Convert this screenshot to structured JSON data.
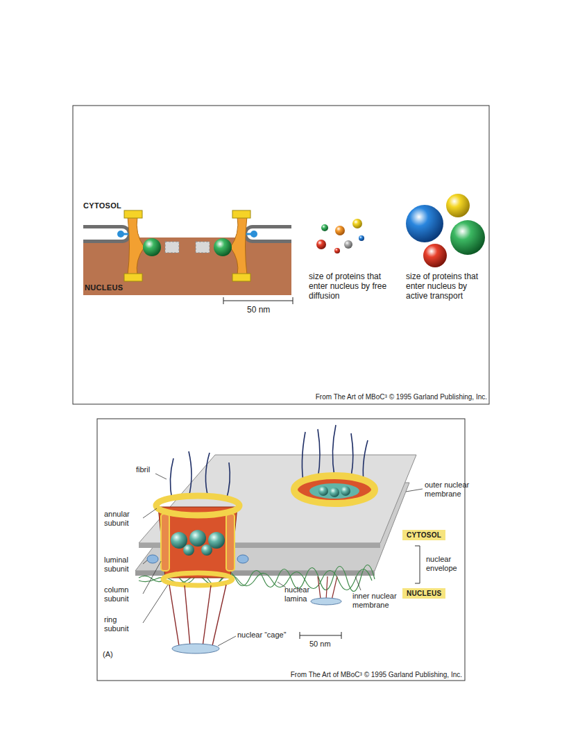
{
  "diagram": {
    "nodes": [
      {
        "text": [
          "CYTOSOL"
        ]
      },
      {
        "text": [
          "NUCLEUS"
        ]
      }
    ],
    "labels": [
      "CYTOSOL",
      "NUCLEUS",
      "50 nm",
      "size of proteins that enter nucleus by free diffusion",
      "size of proteins that enter nucleus by active transport",
      "From The Art of MBoC³ © 1995 Garland Publishing, Inc.",
      "fibril",
      "annular subunit",
      "luminal subunit",
      "column subunit",
      "ring subunit",
      "nuclear “cage”",
      "nuclear lamina",
      "inner nuclear membrane",
      "outer nuclear membrane",
      "nuclear envelope",
      "50 nm",
      "(A)",
      "From The Art of MBoC³ © 1995 Garland Publishing, Inc."
    ]
  }
}
